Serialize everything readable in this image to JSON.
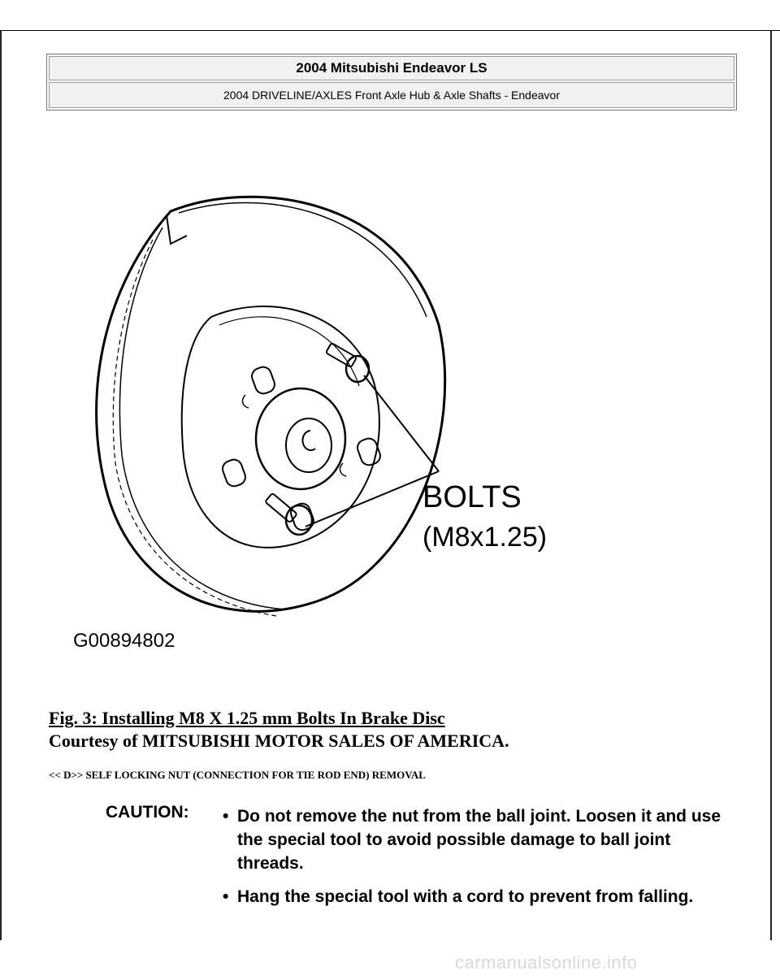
{
  "header": {
    "title": "2004 Mitsubishi Endeavor LS",
    "subtitle": "2004 DRIVELINE/AXLES Front Axle Hub & Axle Shafts - Endeavor"
  },
  "figure": {
    "callout_line1": "BOLTS",
    "callout_line2": "(M8x1.25)",
    "image_code": "G00894802"
  },
  "caption": {
    "title": "Fig. 3: Installing M8 X 1.25 mm Bolts In Brake Disc",
    "courtesy": "Courtesy of MITSUBISHI MOTOR SALES OF AMERICA."
  },
  "section": {
    "heading": "<< D>> SELF LOCKING NUT (CONNECTION FOR TIE ROD END) REMOVAL"
  },
  "caution": {
    "label": "CAUTION:",
    "items": [
      "Do not remove the nut from the ball joint. Loosen it and use the special tool to avoid possible damage to ball joint threads.",
      "Hang the special tool with a cord to prevent from falling."
    ]
  },
  "watermark": "carmanualsonline.info"
}
